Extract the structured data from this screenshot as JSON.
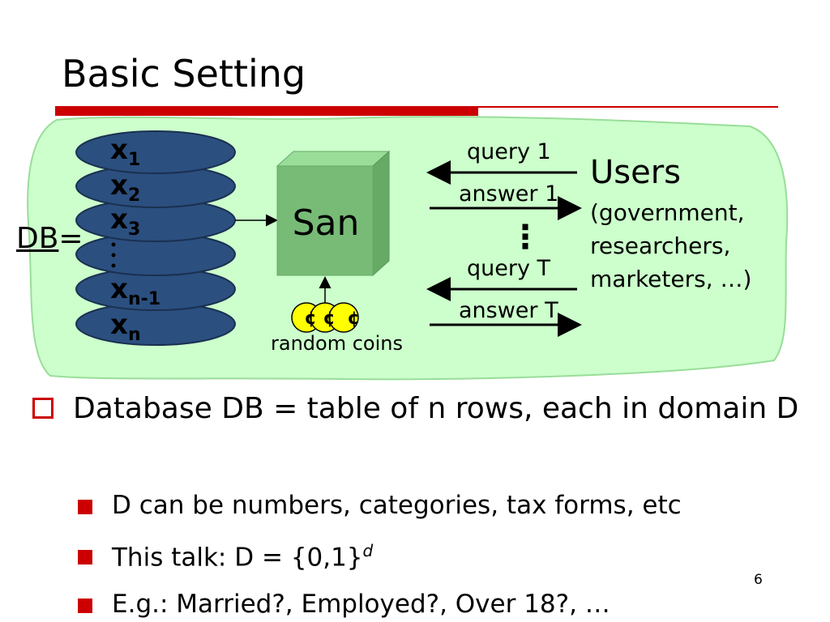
{
  "slide": {
    "title": "Basic Setting",
    "page_number": "6"
  },
  "diagram": {
    "db_label": "DB",
    "db_equals": "=",
    "rows": [
      {
        "var": "x",
        "sub": "1"
      },
      {
        "var": "x",
        "sub": "2"
      },
      {
        "var": "x",
        "sub": "3"
      },
      {
        "var": "x",
        "sub": "n-1"
      },
      {
        "var": "x",
        "sub": "n"
      }
    ],
    "san_label": "San",
    "coins_label": "random coins",
    "coin_glyph": "¢",
    "queries": {
      "query_1": "query 1",
      "answer_1": "answer 1",
      "vertical_dots": "⋮",
      "query_T": "query T",
      "answer_T": "answer T"
    },
    "users": {
      "title": "Users",
      "line1": "(government,",
      "line2": "researchers,",
      "line3": "marketers, …)"
    },
    "colors": {
      "blob_fill": "#ccffcc",
      "blob_stroke": "#99dd99",
      "disk_fill": "#2b4f7f",
      "disk_stroke": "#1a3050",
      "san_front": "#77bb77",
      "san_top": "#99dd99",
      "san_side": "#66aa66",
      "coin_fill": "#ffff00",
      "accent": "#cc0000"
    }
  },
  "bullets": {
    "main": "Database DB = table of n rows, each in domain D",
    "sub1": "D can be numbers, categories, tax forms, etc",
    "sub2_base": "This talk:  D = {0,1}",
    "sub2_sup": "d",
    "sub3": "E.g.: Married?, Employed?, Over 18?, …"
  }
}
